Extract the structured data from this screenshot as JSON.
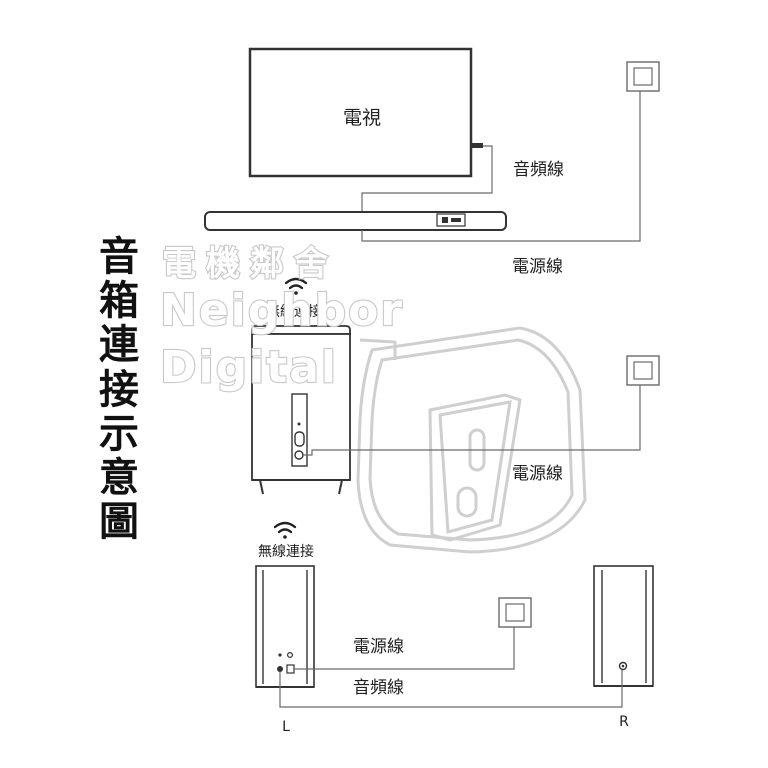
{
  "title": "音箱連接示意圖",
  "title_chars": [
    "音",
    "箱",
    "連",
    "接",
    "示",
    "意",
    "圖"
  ],
  "watermark": {
    "chinese": "電機鄰舍",
    "line1": "Neighbor",
    "line2": "Digital"
  },
  "labels": {
    "tv": "電視",
    "audio_cable_top": "音頻線",
    "power_cable_top": "電源線",
    "wireless_sub": "無線連接",
    "power_cable_sub": "電源線",
    "wireless_speakers": "無線連接",
    "power_cable_bottom": "電源線",
    "audio_cable_bottom": "音頻線",
    "left": "L",
    "right": "R"
  },
  "icons": {
    "wifi_sub": "wifi-icon",
    "wifi_speakers": "wifi-icon",
    "outlet": "wall-outlet-icon"
  },
  "colors": {
    "line": "#6a6a6a",
    "device": "#333333",
    "title": "#111111",
    "watermark_stroke": "#c8c8c8"
  }
}
